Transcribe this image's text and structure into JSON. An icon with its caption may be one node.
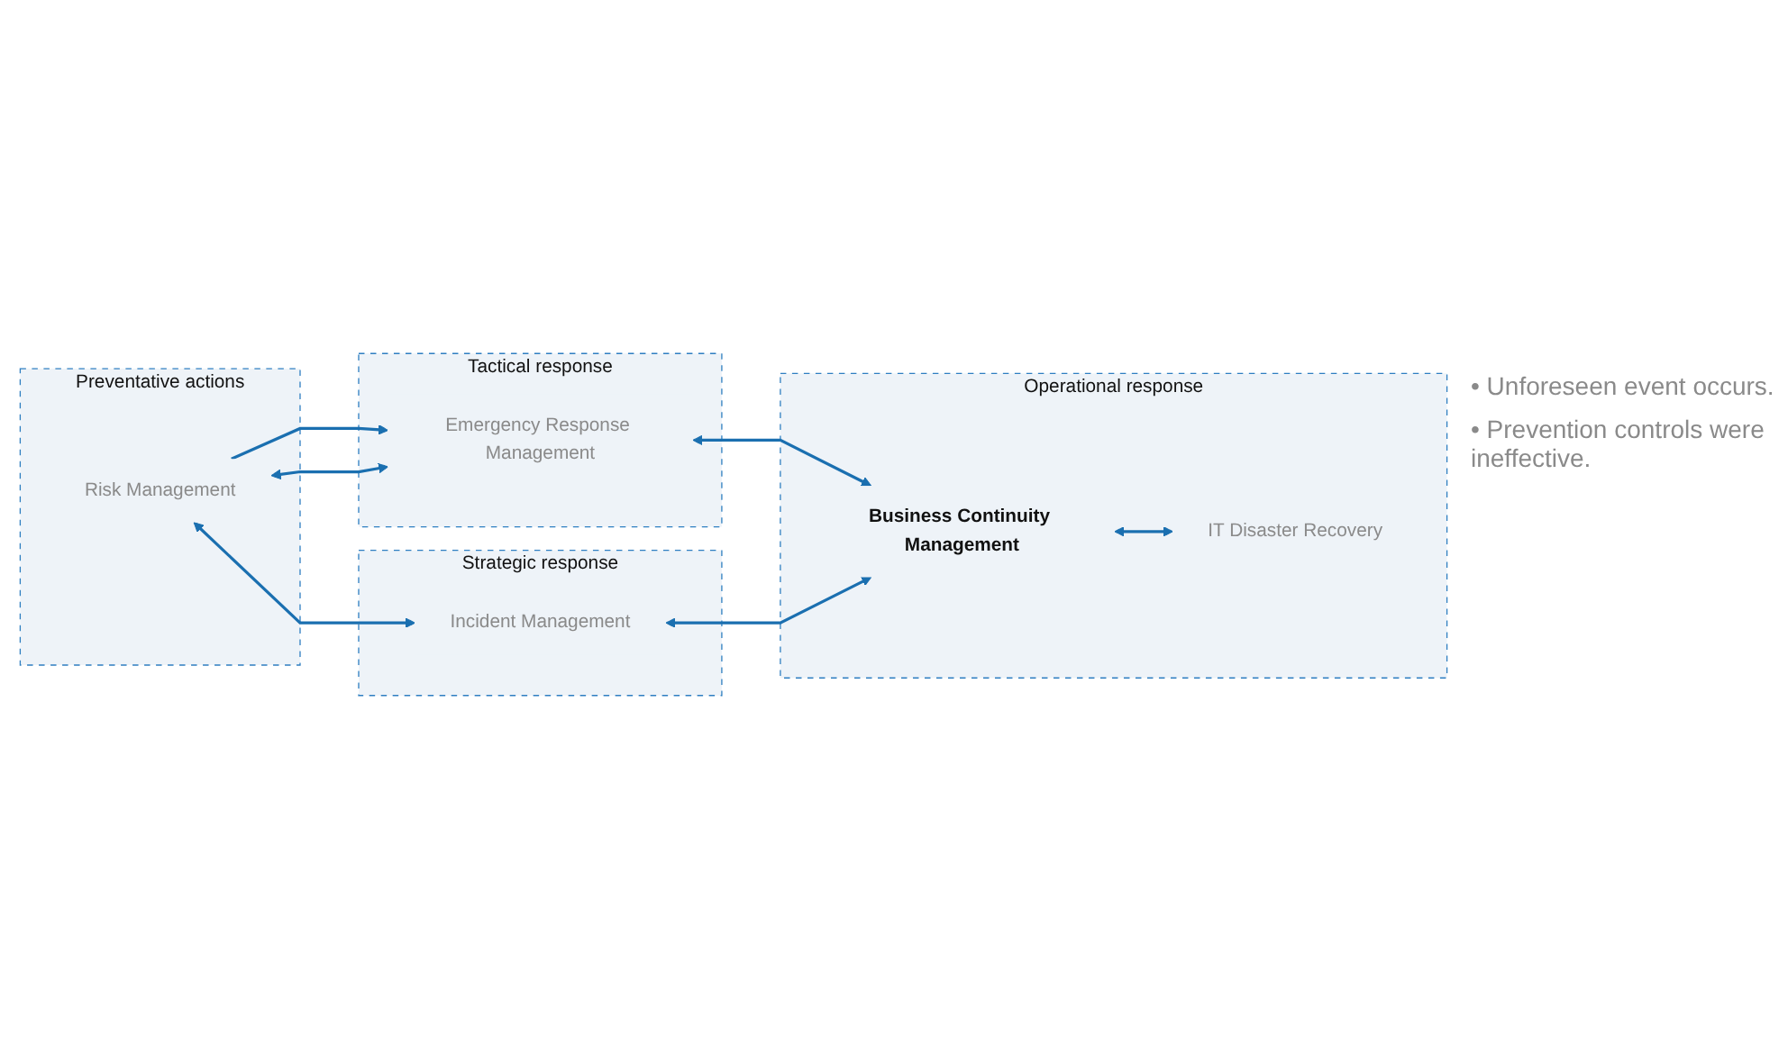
{
  "diagram": {
    "nodes": [
      {
        "text": [
          "Preventative actions"
        ]
      },
      {
        "text": [
          "Tactical response"
        ]
      },
      {
        "text": [
          "Strategic response"
        ]
      },
      {
        "text": [
          "Operational response"
        ]
      },
      {
        "text": [
          "Risk Management"
        ],
        "in": 0
      },
      {
        "text": [
          "Incident Management"
        ],
        "in": 2
      },
      {
        "text": [
          "Emergency Response Management"
        ],
        "in": 1
      },
      {
        "text": [
          "Business Continuity Management"
        ],
        "in": 3
      },
      {
        "text": [
          "IT Disaster Recovery"
        ],
        "in": 3
      }
    ],
    "edges": [
      {
        "from": 4,
        "to": 5,
        "arrow": "both"
      },
      {
        "from": 4,
        "to": 6,
        "arrow": "to"
      },
      {
        "from": 4,
        "to": 6,
        "arrow": "both"
      },
      {
        "from": 6,
        "to": 7,
        "arrow": "both"
      },
      {
        "from": 5,
        "to": 7,
        "arrow": "both"
      },
      {
        "from": 7,
        "to": 8,
        "arrow": "both"
      }
    ],
    "labels": [
      "• Unforeseen event occurs.",
      "• Prevention controls were ineffective."
    ]
  }
}
